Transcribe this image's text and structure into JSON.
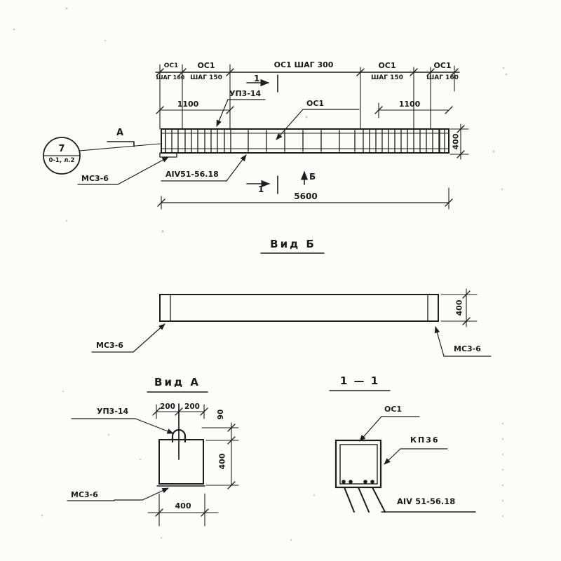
{
  "colors": {
    "ink": "#1d1d1d",
    "paper": "#fcfcfa"
  },
  "drawing": {
    "elevation": {
      "view_marker_left": "А",
      "section_marker_top": "1",
      "section_marker_bottom": "1",
      "view_marker_b": "Б",
      "node_badge": {
        "number": "7",
        "ref": "0-1, л.2"
      },
      "segments": [
        {
          "top": "ОС1",
          "bottom": "ШАГ 160"
        },
        {
          "top": "ОС1",
          "bottom": "ШАГ 150"
        },
        {
          "top": "ОС1   ШАГ 300",
          "bottom": ""
        },
        {
          "top": "ОС1",
          "bottom": "ШАГ 150"
        },
        {
          "top": "ОС1",
          "bottom": "ШАГ 160"
        }
      ],
      "dim_left_zone": "1100",
      "dim_right_zone": "1100",
      "dim_total": "5600",
      "dim_height": "400",
      "label_lifting_loop": "УП3-14",
      "label_mesh": "ОС1",
      "label_embed_plate": "МС3-6",
      "label_rebar": "АIV51-56.18"
    },
    "view_b": {
      "title": "Вид Б",
      "label_plate_left": "МС3-6",
      "label_plate_right": "МС3-6",
      "dim_height": "400"
    },
    "view_a": {
      "title": "Вид А",
      "label_loop": "УП3-14",
      "label_plate": "МС3-6",
      "dim_half_left": "200",
      "dim_half_right": "200",
      "dim_loop_height": "90",
      "dim_height": "400",
      "dim_width": "400"
    },
    "section_1_1": {
      "title": "1 — 1",
      "label_mesh": "ОС1",
      "label_frame": "КП36",
      "label_rebar": "АIV 51-56.18"
    }
  }
}
